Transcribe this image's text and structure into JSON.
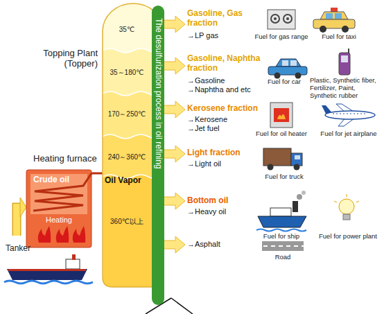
{
  "diagram": {
    "nodes": [
      {
        "text": [
          "35℃",
          "35～180℃",
          "170～250℃",
          "240～360℃",
          "360℃以上"
        ]
      },
      {
        "text": [
          "The desulfurization process in oil refining"
        ]
      },
      {
        "text": [
          "Heating furnace",
          "Crude oil",
          "Heating"
        ]
      }
    ],
    "edges": [
      {
        "from": 2,
        "to": 0,
        "arrow": "none",
        "label": "Oil Vapor"
      }
    ],
    "labels": [
      "Topping Plant (Topper)",
      "Gasoline, Gas fraction",
      "→LP gas",
      "Fuel for gas range",
      "Fuel for taxi",
      "Gasoline, Naphtha fraction",
      "→Gasoline",
      "→Naphtha and etc",
      "Fuel for car",
      "Plastic, Synthetic fiber, Fertilizer, Paint, Synthetic rubber",
      "Kerosene fraction",
      "→Kerosene",
      "→Jet fuel",
      "Fuel for oil heater",
      "Fuel for jet airplane",
      "Light fraction",
      "→Light oil",
      "Fuel for truck",
      "Bottom oil",
      "→Heavy oil",
      "Fuel for ship",
      "Fuel for power plant",
      "→Asphalt",
      "Road",
      "Tanker"
    ]
  }
}
